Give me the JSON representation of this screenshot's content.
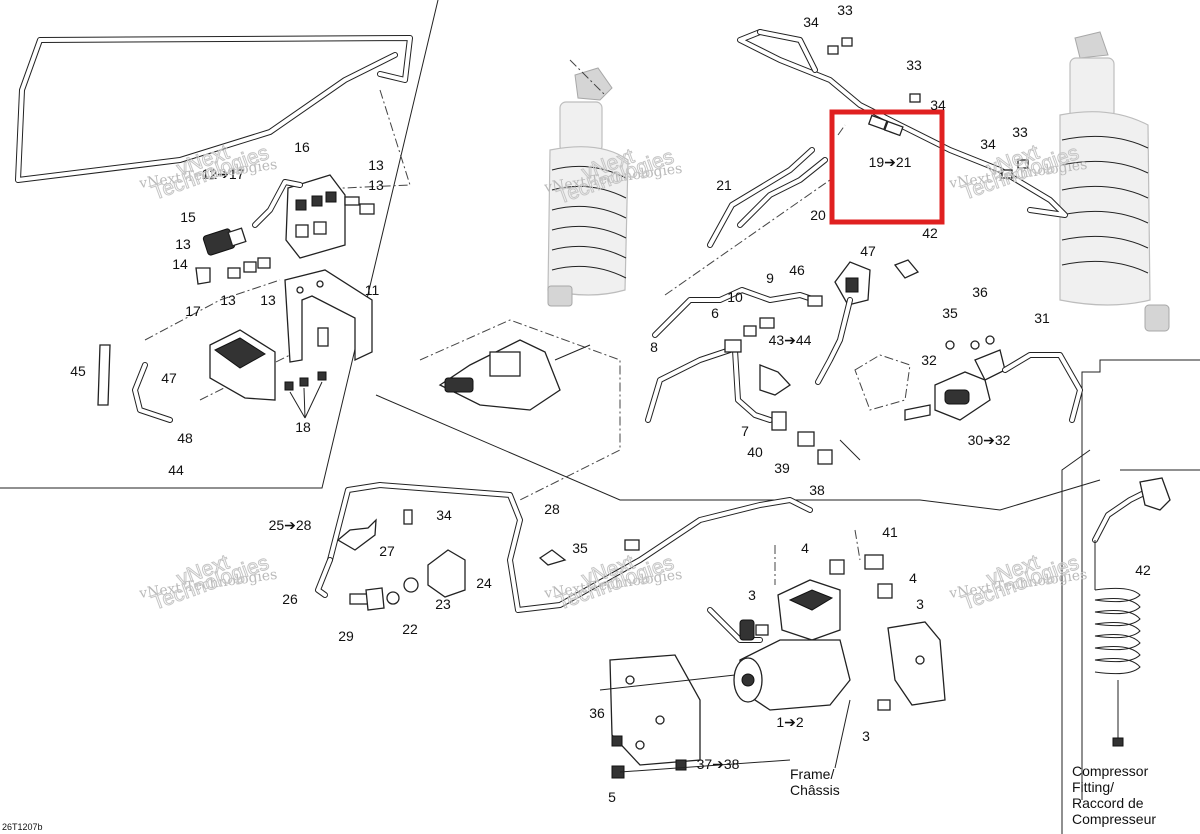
{
  "diagram": {
    "callouts": [
      "1➔2",
      "3",
      "3",
      "3",
      "4",
      "4",
      "5",
      "6",
      "7",
      "8",
      "9",
      "10",
      "11",
      "12➔17",
      "13",
      "13",
      "13",
      "13",
      "13",
      "14",
      "15",
      "16",
      "17",
      "18",
      "19➔21",
      "20",
      "21",
      "22",
      "23",
      "24",
      "25➔28",
      "26",
      "27",
      "28",
      "29",
      "30➔32",
      "31",
      "32",
      "33",
      "33",
      "33",
      "34",
      "34",
      "34",
      "34",
      "35",
      "35",
      "36",
      "36",
      "37➔38",
      "38",
      "39",
      "40",
      "41",
      "42",
      "42",
      "43➔44",
      "44",
      "45",
      "46",
      "47",
      "47",
      "48"
    ],
    "watermark": {
      "line1": "vNext Technologies",
      "line2": "vNext\nTechnologies"
    },
    "notes": {
      "frame": [
        "Frame/",
        "Châssis"
      ],
      "compressor_fitting": [
        "Compressor",
        "Fitting/",
        "Raccord de",
        "Compresseur"
      ],
      "drawing_code": "26T1207b"
    },
    "highlight": {
      "label": "19➔21",
      "color": "#e02020"
    }
  }
}
